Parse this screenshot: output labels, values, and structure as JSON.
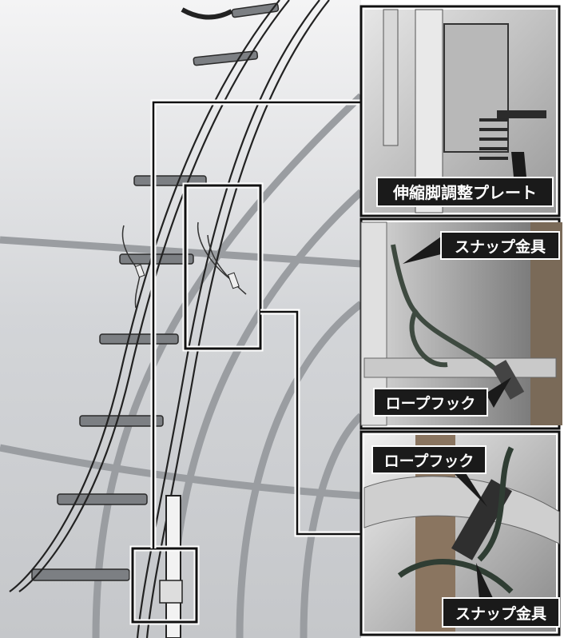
{
  "labels": {
    "adjust_plate": "伸縮脚調整プレート",
    "snap_fitting_1": "スナップ金具",
    "rope_hook_1": "ロープフック",
    "rope_hook_2": "ロープフック",
    "snap_fitting_2": "スナップ金具"
  },
  "colors": {
    "label_bg": "#1a1a1a",
    "label_text": "#ffffff",
    "frame": "#111111",
    "greenhouse_bg": "#cfd1d4",
    "pipe": "#8d9094"
  }
}
